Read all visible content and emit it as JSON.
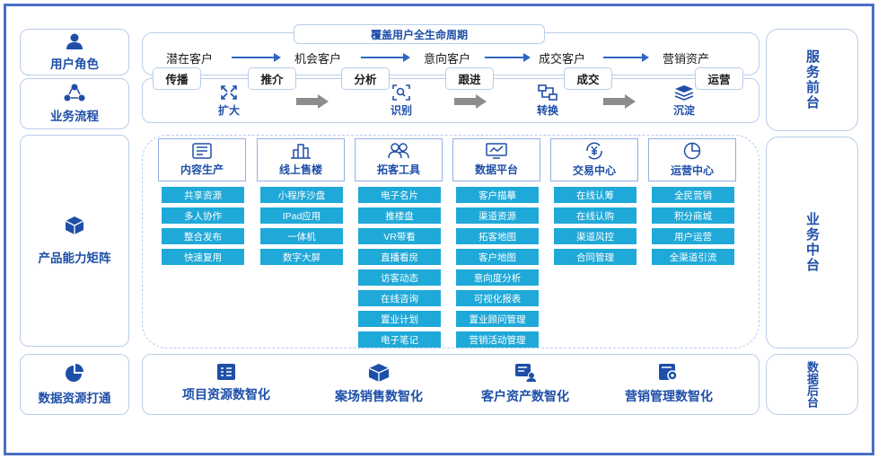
{
  "left_rows": [
    {
      "label": "用户角色",
      "icon": "user-icon"
    },
    {
      "label": "业务流程",
      "icon": "flow-icon"
    },
    {
      "label": "产品能力矩阵",
      "icon": "cube-icon"
    },
    {
      "label": "数据资源打通",
      "icon": "pie-icon"
    }
  ],
  "right_rows": [
    "服务前台",
    "业务中台",
    "数据后台"
  ],
  "lifecycle_title": "覆盖用户全生命周期",
  "stages": [
    "潜在客户",
    "机会客户",
    "意向客户",
    "成交客户",
    "营销资产"
  ],
  "actions": [
    "传播",
    "推介",
    "分析",
    "跟进",
    "成交",
    "运营"
  ],
  "steps": [
    {
      "label": "扩大",
      "icon": "expand-icon"
    },
    {
      "label": "识别",
      "icon": "scan-icon"
    },
    {
      "label": "转换",
      "icon": "convert-icon"
    },
    {
      "label": "沉淀",
      "icon": "layers-icon"
    }
  ],
  "capabilities": [
    {
      "title": "内容生产",
      "icon": "document-icon",
      "items": [
        "共享资源",
        "多人协作",
        "整合发布",
        "快速复用"
      ]
    },
    {
      "title": "线上售楼",
      "icon": "building-icon",
      "items": [
        "小程序沙盘",
        "IPad应用",
        "一体机",
        "数字大屏"
      ]
    },
    {
      "title": "拓客工具",
      "icon": "users-icon",
      "items": [
        "电子名片",
        "推楼盘",
        "VR带看",
        "直播看房",
        "访客动态",
        "在线咨询",
        "置业计划",
        "电子笔记"
      ]
    },
    {
      "title": "数据平台",
      "icon": "monitor-chart-icon",
      "items": [
        "客户描摹",
        "渠道资源",
        "拓客地图",
        "客户地图",
        "意向度分析",
        "可视化报表",
        "置业顾问管理",
        "营销活动管理"
      ]
    },
    {
      "title": "交易中心",
      "icon": "yuan-cycle-icon",
      "items": [
        "在线认筹",
        "在线认购",
        "渠道风控",
        "合同管理"
      ]
    },
    {
      "title": "运营中心",
      "icon": "pie-chart-icon",
      "items": [
        "全民营销",
        "积分商城",
        "用户运营",
        "全渠道引流"
      ]
    }
  ],
  "data_sources": [
    {
      "label": "项目资源数智化",
      "icon": "list-icon"
    },
    {
      "label": "案场销售数智化",
      "icon": "box-icon"
    },
    {
      "label": "客户资产数智化",
      "icon": "user-card-icon"
    },
    {
      "label": "营销管理数智化",
      "icon": "settings-card-icon"
    }
  ],
  "colors": {
    "accent": "#1e4fa8",
    "item_fill": "#1fa9d8",
    "border": "#b9cdea",
    "frame": "#4a6fc6",
    "arrow_gray": "#8c8c8c"
  }
}
